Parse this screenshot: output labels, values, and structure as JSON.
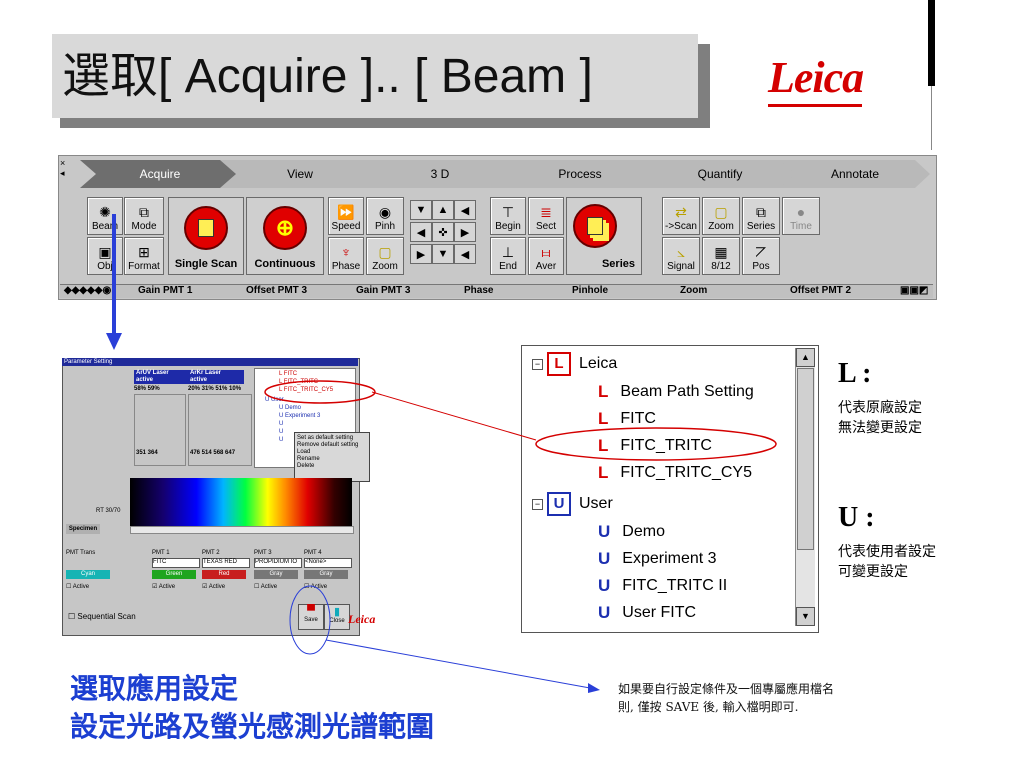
{
  "title": "選取[ Acquire ].. [ Beam ]",
  "logo": "Leica",
  "toolbar": {
    "tabs": [
      "Acquire",
      "View",
      "3 D",
      "Process",
      "Quantify",
      "Annotate"
    ],
    "buttons": {
      "beam": "Beam",
      "mode": "Mode",
      "obj": "Obj",
      "format": "Format",
      "single_scan": "Single Scan",
      "continuous": "Continuous",
      "speed": "Speed",
      "pinh": "Pinh",
      "phase": "Phase",
      "zoom": "Zoom",
      "begin": "Begin",
      "sect": "Sect",
      "end": "End",
      "aver": "Aver",
      "series": "Series",
      "to_scan": "->Scan",
      "zoom2": "Zoom",
      "series2": "Series",
      "time": "Time",
      "signal": "Signal",
      "ratio": "8/12",
      "pos": "Pos"
    },
    "status": [
      "Gain PMT 1",
      "Offset PMT 3",
      "Gain PMT 3",
      "Phase",
      "Pinhole",
      "Zoom",
      "Offset PMT 2"
    ]
  },
  "dialog": {
    "title": "Parameter Setting",
    "lasers": [
      {
        "name": "ArUV Laser",
        "active": "active",
        "values": "58% 59%",
        "waves": "351 364"
      },
      {
        "name": "ArKr Laser",
        "active": "active",
        "values": "20% 31% 51% 10%",
        "waves": "476 514 568 647"
      }
    ],
    "small_tree": [
      "L  FITC",
      "L  FITC_TRITC",
      "L  FITC_TRITC_CY5",
      "U  User",
      "U  Demo",
      "U  Experiment 3",
      "U",
      "U",
      "U"
    ],
    "context_menu": [
      "Set as default setting",
      "Remove default setting",
      "Load",
      "Rename",
      "Delete"
    ],
    "splitter": "RT 30/70",
    "specimen": "Specimen",
    "pmt_trans": "PMT Trans",
    "pmts": [
      {
        "name": "PMT 1",
        "dye": "FITC",
        "chip": "Green",
        "chip_color": "#1ea51e"
      },
      {
        "name": "PMT 2",
        "dye": "TEXAS RED",
        "chip": "Red",
        "chip_color": "#c81e1e"
      },
      {
        "name": "PMT 3",
        "dye": "PROPIDIUM IO",
        "chip": "Gray",
        "chip_color": "#777777"
      },
      {
        "name": "PMT 4",
        "dye": "<None>",
        "chip": "Gray",
        "chip_color": "#777777"
      }
    ],
    "trans_chip": "Cyan",
    "active": "Active",
    "sequential": "Sequential Scan",
    "save": "Save",
    "close": "Close"
  },
  "tree": {
    "groups": [
      {
        "tag": "L",
        "name": "Leica",
        "items": [
          "Beam Path Setting",
          "FITC",
          "FITC_TRITC",
          "FITC_TRITC_CY5"
        ]
      },
      {
        "tag": "U",
        "name": "User",
        "items": [
          "Demo",
          "Experiment 3",
          "FITC_TRITC II",
          "User FITC"
        ]
      }
    ]
  },
  "legend": {
    "l_head": "L :",
    "l_desc1": "代表原廠設定",
    "l_desc2": "無法變更設定",
    "u_head": "U :",
    "u_desc1": "代表使用者設定",
    "u_desc2": "可變更設定"
  },
  "caption": {
    "line1": "選取應用設定",
    "line2": "設定光路及螢光感測光譜範圍"
  },
  "note": {
    "line1": "如果要自行設定條件及一個專屬應用檔名",
    "line2": "則, 僅按 SAVE 後, 輸入檔明即可."
  },
  "colors": {
    "leica_red": "#d40000",
    "user_blue": "#1c2fb0",
    "caption_blue": "#1c3fd1",
    "arrow_blue": "#2a3fd8"
  }
}
